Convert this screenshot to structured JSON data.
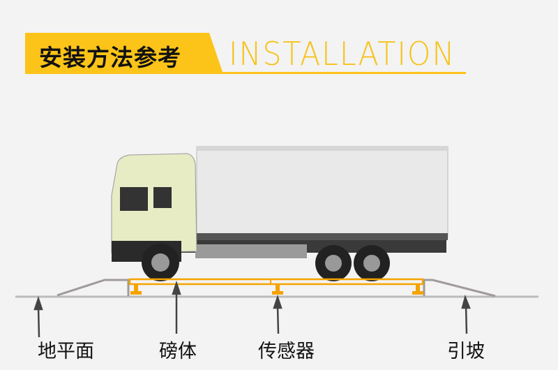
{
  "header": {
    "title_cn": "安装方法参考",
    "title_en": "INSTALLATION",
    "accent_color": "#fcc419"
  },
  "diagram": {
    "labels": {
      "ground": "地平面",
      "platform": "磅体",
      "sensor": "传感器",
      "ramp": "引坡"
    },
    "platform_color": "#f5a300"
  }
}
